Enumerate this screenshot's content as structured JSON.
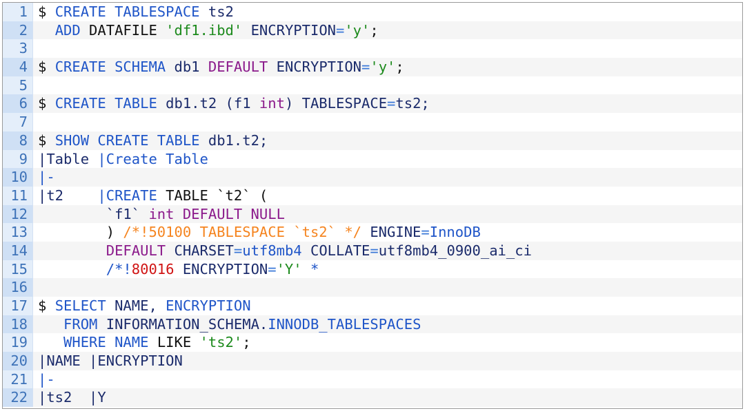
{
  "colors": {
    "keyword": "#1f55c8",
    "identifier": "#1b2b6b",
    "string": "#1c8a1c",
    "type": "#8b1a8b",
    "comment": "#f5841f",
    "number": "#d01414"
  },
  "lines": [
    {
      "num": "1",
      "tokens": [
        [
          "$ ",
          "b"
        ],
        [
          "CREATE TABLESPACE",
          "k"
        ],
        [
          " ts2",
          "n"
        ]
      ]
    },
    {
      "num": "2",
      "tokens": [
        [
          "  ",
          "b"
        ],
        [
          "ADD",
          "k"
        ],
        [
          " DATAFILE ",
          "b"
        ],
        [
          "'df1.ibd'",
          "s"
        ],
        [
          " ENCRYPTION",
          "n"
        ],
        [
          "=",
          "op"
        ],
        [
          "'y'",
          "s"
        ],
        [
          ";",
          "b"
        ]
      ]
    },
    {
      "num": "3",
      "tokens": []
    },
    {
      "num": "4",
      "tokens": [
        [
          "$ ",
          "b"
        ],
        [
          "CREATE SCHEMA",
          "k"
        ],
        [
          " db1 ",
          "n"
        ],
        [
          "DEFAULT",
          "p"
        ],
        [
          " ENCRYPTION",
          "n"
        ],
        [
          "=",
          "op"
        ],
        [
          "'y'",
          "s"
        ],
        [
          ";",
          "b"
        ]
      ]
    },
    {
      "num": "5",
      "tokens": []
    },
    {
      "num": "6",
      "tokens": [
        [
          "$ ",
          "b"
        ],
        [
          "CREATE TABLE",
          "k"
        ],
        [
          " db1.t2 (f1 ",
          "n"
        ],
        [
          "int",
          "p"
        ],
        [
          ") TABLESPACE",
          "n"
        ],
        [
          "=",
          "op"
        ],
        [
          "ts2;",
          "n"
        ]
      ]
    },
    {
      "num": "7",
      "tokens": []
    },
    {
      "num": "8",
      "tokens": [
        [
          "$ ",
          "b"
        ],
        [
          "SHOW CREATE TABLE",
          "k"
        ],
        [
          " db1.t2;",
          "n"
        ]
      ]
    },
    {
      "num": "9",
      "tokens": [
        [
          "|Table ",
          "n"
        ],
        [
          "|Create Table",
          "k"
        ]
      ]
    },
    {
      "num": "10",
      "tokens": [
        [
          "|-",
          "k"
        ]
      ]
    },
    {
      "num": "11",
      "tokens": [
        [
          "|t2    ",
          "n"
        ],
        [
          "|CREATE",
          "k"
        ],
        [
          " TABLE `t2` (",
          "b"
        ]
      ]
    },
    {
      "num": "12",
      "tokens": [
        [
          "        `f1` ",
          "n"
        ],
        [
          "int DEFAULT NULL",
          "p"
        ]
      ]
    },
    {
      "num": "13",
      "tokens": [
        [
          "        ) ",
          "b"
        ],
        [
          "/*!50100 TABLESPACE `ts2` */",
          "o"
        ],
        [
          " ENGINE",
          "n"
        ],
        [
          "=",
          "op"
        ],
        [
          "InnoDB",
          "k"
        ]
      ]
    },
    {
      "num": "14",
      "tokens": [
        [
          "        ",
          "b"
        ],
        [
          "DEFAULT",
          "p"
        ],
        [
          " CHARSET",
          "n"
        ],
        [
          "=",
          "op"
        ],
        [
          "utf8mb4",
          "k"
        ],
        [
          " COLLATE",
          "n"
        ],
        [
          "=",
          "op"
        ],
        [
          "utf8mb4_0900_ai_ci",
          "n"
        ]
      ]
    },
    {
      "num": "15",
      "tokens": [
        [
          "        /*!",
          "k"
        ],
        [
          "80016",
          "r"
        ],
        [
          " ENCRYPTION",
          "n"
        ],
        [
          "=",
          "op"
        ],
        [
          "'Y'",
          "s"
        ],
        [
          " *",
          "k"
        ]
      ]
    },
    {
      "num": "16",
      "tokens": []
    },
    {
      "num": "17",
      "tokens": [
        [
          "$ ",
          "b"
        ],
        [
          "SELECT",
          "k"
        ],
        [
          " NAME, ",
          "n"
        ],
        [
          "ENCRYPTION",
          "k"
        ]
      ]
    },
    {
      "num": "18",
      "tokens": [
        [
          "   ",
          "b"
        ],
        [
          "FROM",
          "k"
        ],
        [
          " INFORMATION_SCHEMA.",
          "n"
        ],
        [
          "INNODB_TABLESPACES",
          "k"
        ]
      ]
    },
    {
      "num": "19",
      "tokens": [
        [
          "   ",
          "b"
        ],
        [
          "WHERE",
          "k"
        ],
        [
          " NAME ",
          "k"
        ],
        [
          "LIKE ",
          "b"
        ],
        [
          "'ts2'",
          "s"
        ],
        [
          ";",
          "b"
        ]
      ]
    },
    {
      "num": "20",
      "tokens": [
        [
          "|NAME |ENCRYPTION",
          "n"
        ]
      ]
    },
    {
      "num": "21",
      "tokens": [
        [
          "|-",
          "k"
        ]
      ]
    },
    {
      "num": "22",
      "tokens": [
        [
          "|ts2  |Y",
          "n"
        ]
      ]
    }
  ]
}
